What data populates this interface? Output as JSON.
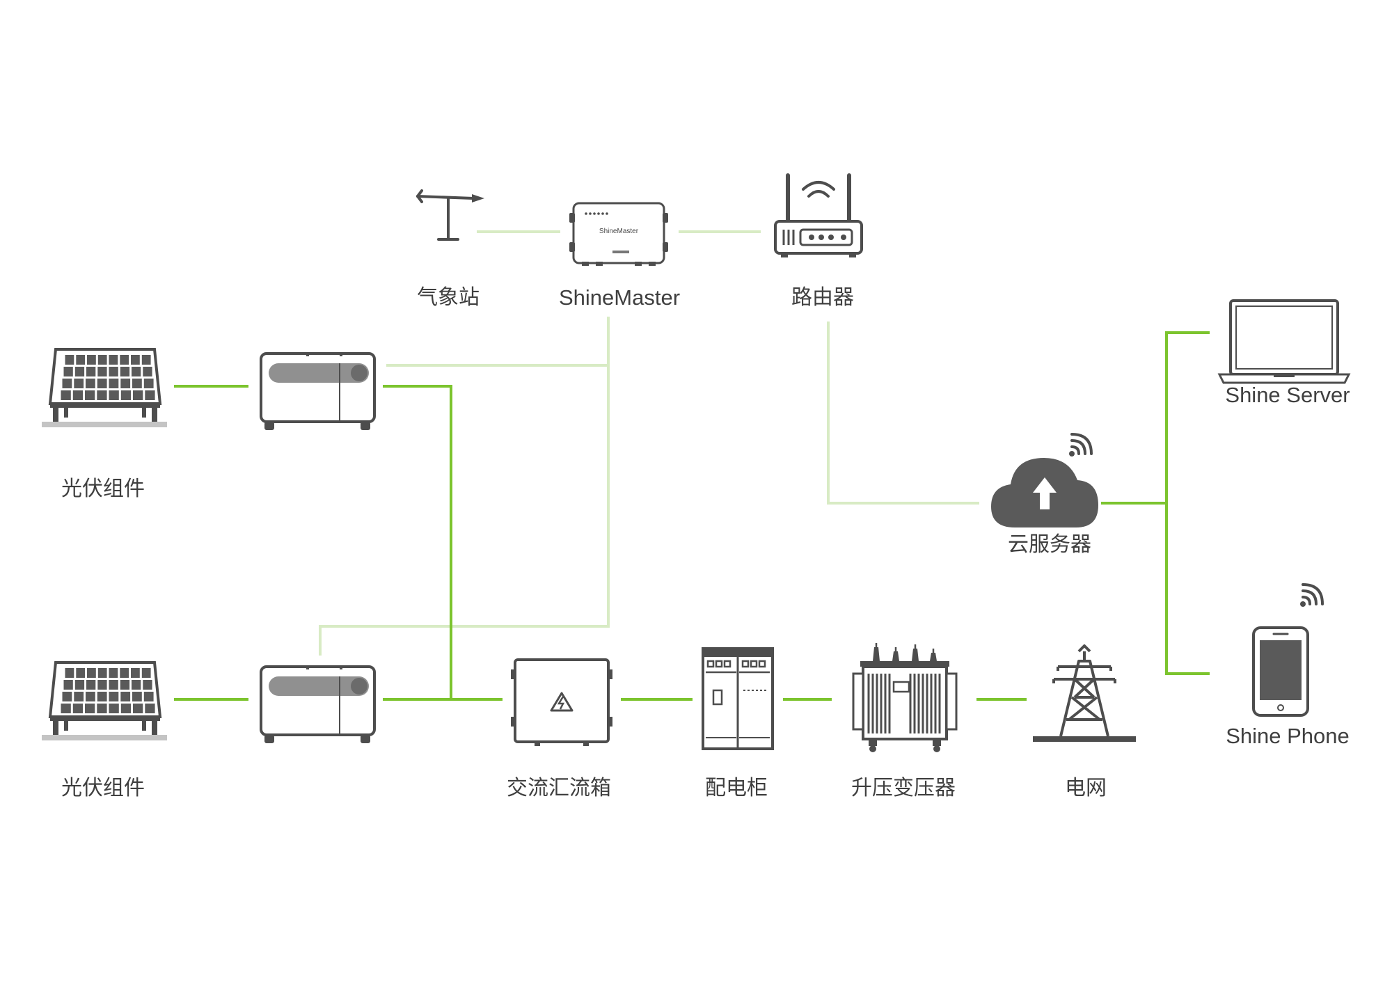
{
  "colors": {
    "strong_line": "#7cc42e",
    "light_line": "#d8ebc4",
    "icon_stroke": "#4d4d4d",
    "icon_fill": "#5a5a5a",
    "label_text": "#3f3f3f"
  },
  "nodes": {
    "weather_station": {
      "label": "气象站",
      "icon": "weather-vane-icon"
    },
    "shinemaster": {
      "label": "ShineMaster",
      "device_text": "ShineMaster",
      "icon": "datalogger-icon"
    },
    "router": {
      "label": "路由器",
      "icon": "router-icon"
    },
    "pv_top": {
      "label": "光伏组件",
      "icon": "solar-panel-icon"
    },
    "pv_bottom": {
      "label": "光伏组件",
      "icon": "solar-panel-icon"
    },
    "inverter_top": {
      "icon": "inverter-icon"
    },
    "inverter_bottom": {
      "icon": "inverter-icon"
    },
    "ac_combiner": {
      "label": "交流汇流箱",
      "icon": "combiner-box-icon"
    },
    "distribution_cabinet": {
      "label": "配电柜",
      "icon": "cabinet-icon"
    },
    "transformer": {
      "label": "升压变压器",
      "icon": "transformer-icon"
    },
    "grid": {
      "label": "电网",
      "icon": "power-tower-icon"
    },
    "cloud_server": {
      "label": "云服务器",
      "icon": "cloud-upload-icon"
    },
    "shine_server": {
      "label": "Shine Server",
      "icon": "laptop-icon"
    },
    "shine_phone": {
      "label": "Shine Phone",
      "icon": "smartphone-icon"
    }
  }
}
